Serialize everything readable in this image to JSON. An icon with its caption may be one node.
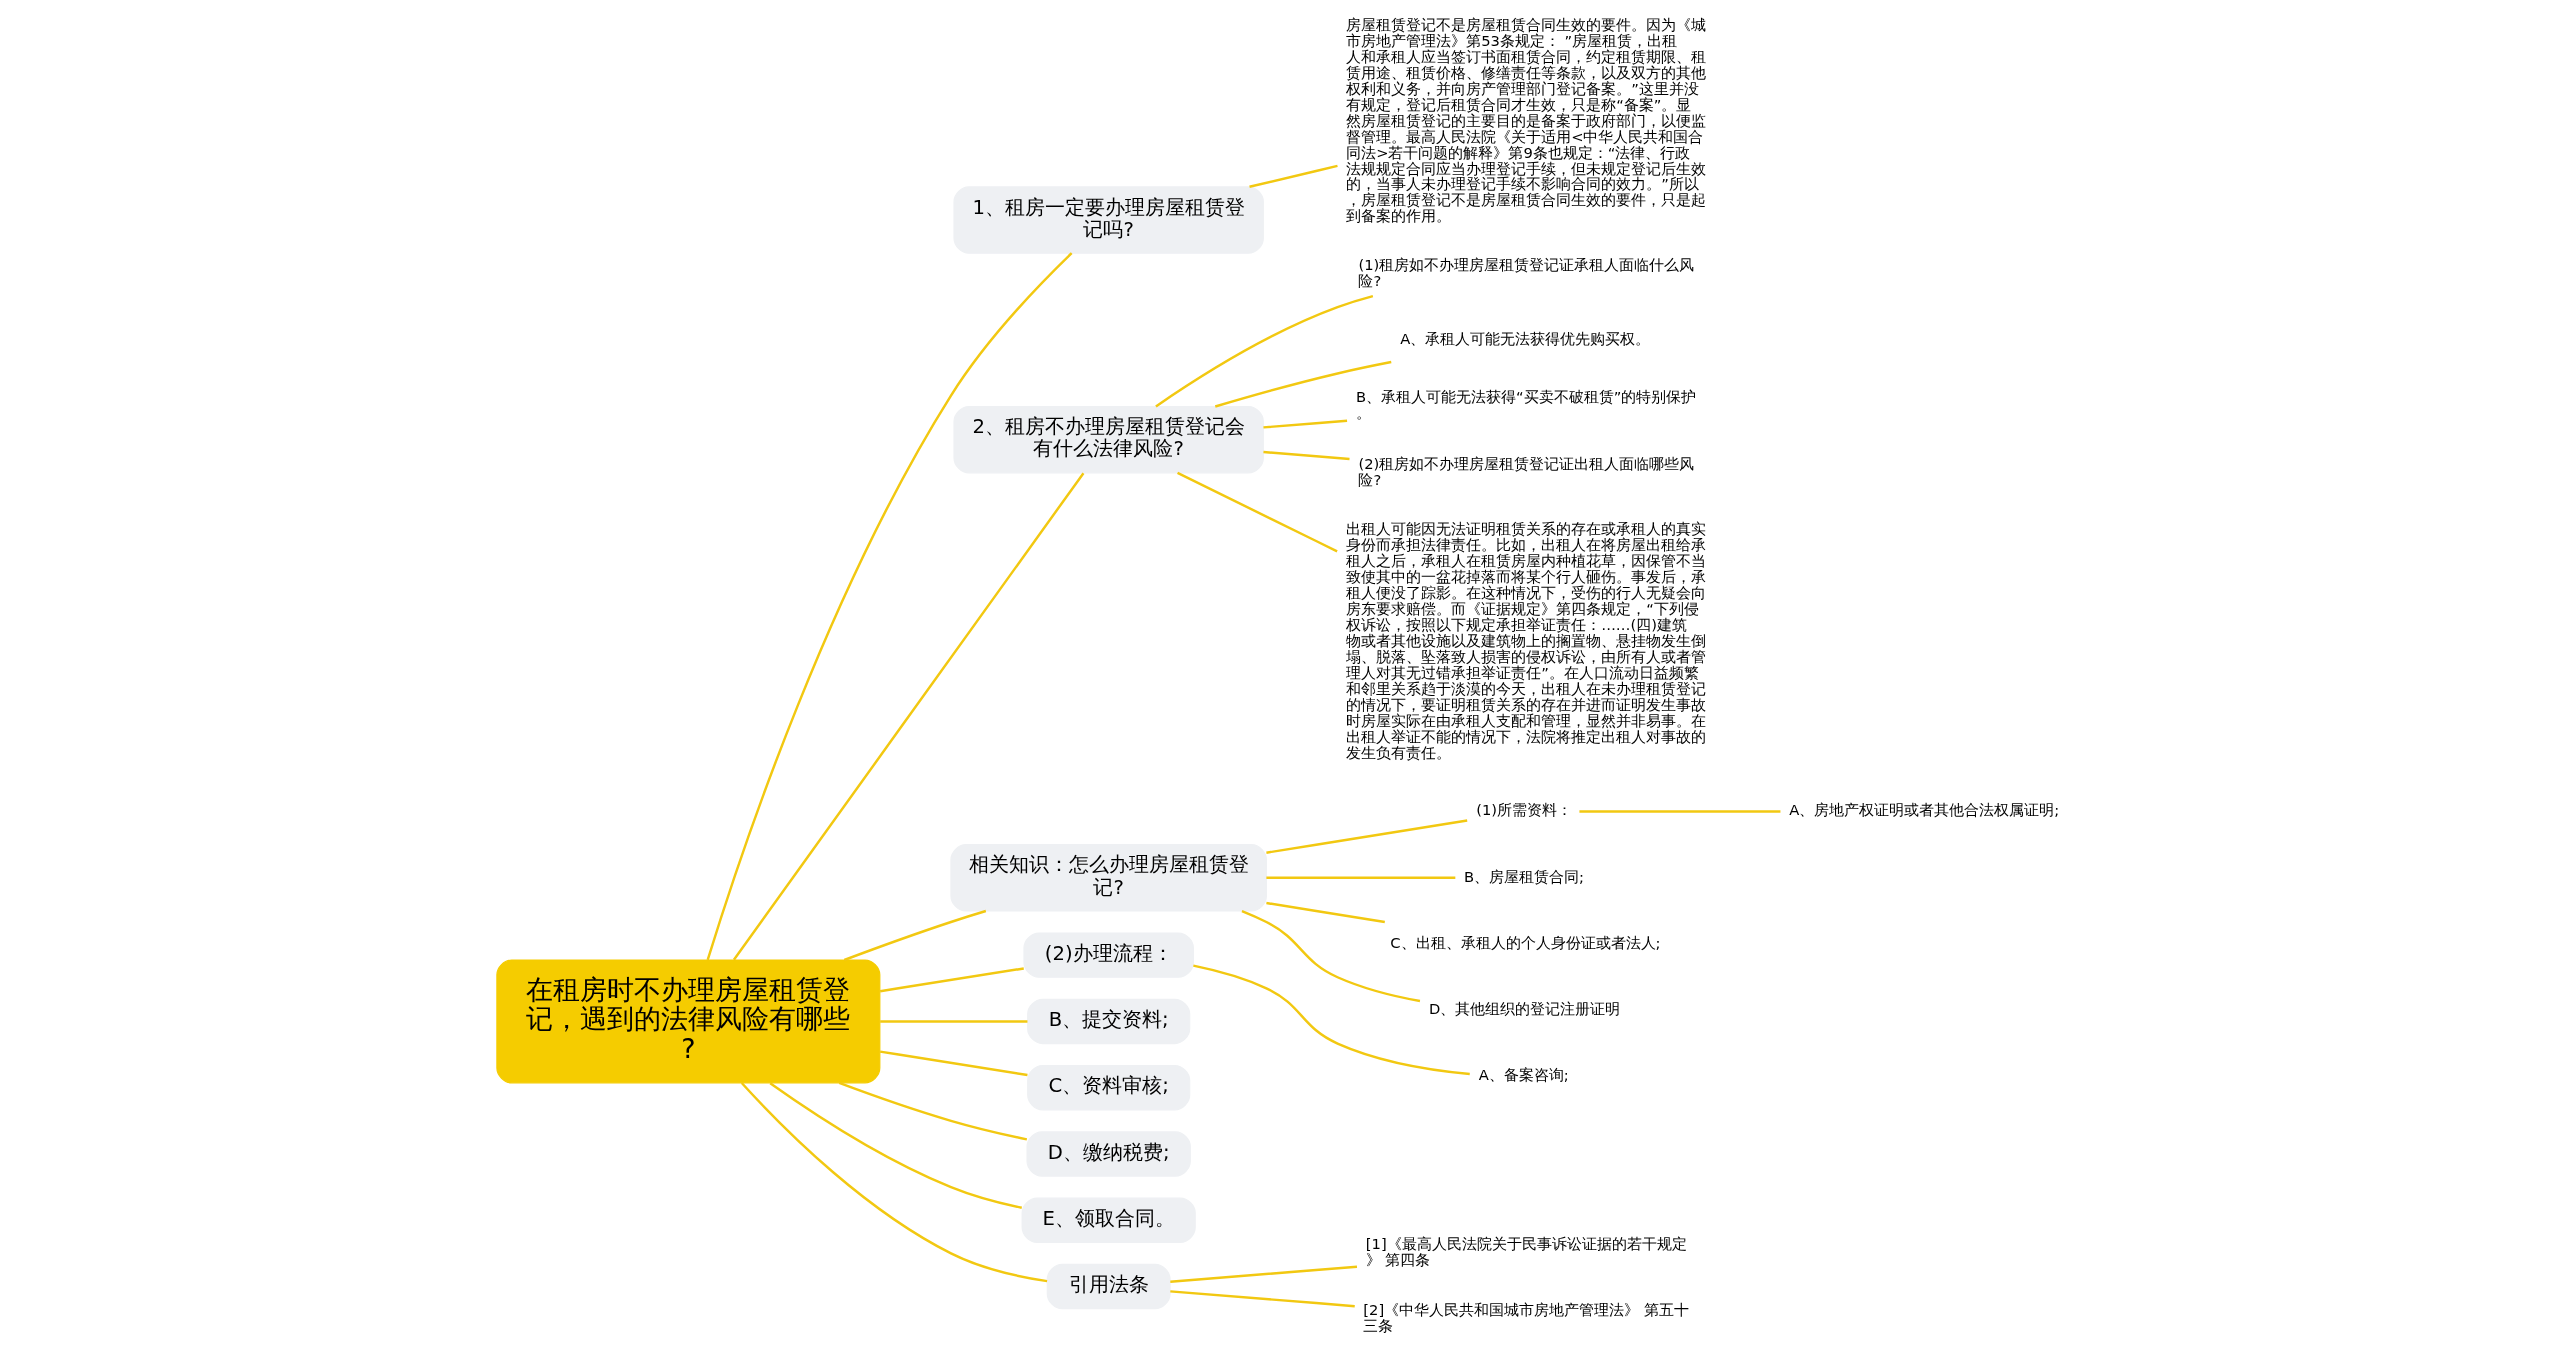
{
  "diagram": {
    "nodes": [
      {
        "text": [
          "在租房时不办理房屋租赁登记，遇到的法律风险有哪些?"
        ]
      },
      {
        "text": [
          "1、租房一定要办理房屋租赁登记吗?"
        ]
      },
      {
        "text": [
          "房屋租赁登记不是房屋租赁合同生效的要件。因为《城市房地产管理法》第53条规定： ”房屋租赁，出租人和承租人应当签订书面租赁合同，约定租赁期限、租赁用途、租赁价格、修缮责任等条款，以及双方的其他权利和义务，并向房产管理部门登记备案。”这里并没有规定，登记后租赁合同才生效，只是称“备案”。显然房屋租赁登记的主要目的是备案于政府部门，以便监督管理。最高人民法院《关于适用<中华人民共和国合同法>若干问题的解释》第9条也规定：“法律、行政法规规定合同应当办理登记手续，但未规定登记后生效的，当事人未办理登记手续不影响合同的效力。”所以，房屋租赁登记不是房屋租赁合同生效的要件，只是起到备案的作用。"
        ]
      },
      {
        "text": [
          "2、租房不办理房屋租赁登记会有什么法律风险?"
        ]
      },
      {
        "text": [
          "(1)租房如不办理房屋租赁登记证承租人面临什么风险?"
        ]
      },
      {
        "text": [
          "A、承租人可能无法获得优先购买权。"
        ]
      },
      {
        "text": [
          "B、承租人可能无法获得“买卖不破租赁”的特别保护。"
        ]
      },
      {
        "text": [
          "(2)租房如不办理房屋租赁登记证出租人面临哪些风险?"
        ]
      },
      {
        "text": [
          "出租人可能因无法证明租赁关系的存在或承租人的真实身份而承担法律责任。比如，出租人在将房屋出租给承租人之后，承租人在租赁房屋内种植花草，因保管不当致使其中的一盆花掉落而将某个行人砸伤。事发后，承租人便没了踪影。在这种情况下，受伤的行人无疑会向房东要求赔偿。而《证据规定》第四条规定，“下列侵权诉讼，按照以下规定承担举证责任：……(四)建筑物或者其他设施以及建筑物上的搁置物、悬挂物发生倒塌、脱落、坠落致人损害的侵权诉讼，由所有人或者管理人对其无过错承担举证责任”。在人口流动日益频繁和邻里关系趋于淡漠的今天，出租人在未办理租赁登记的情况下，要证明租赁关系的存在并进而证明发生事故时房屋实际在由承租人支配和管理，显然并非易事。在出租人举证不能的情况下，法院将推定出租人对事故的发生负有责任。"
        ]
      },
      {
        "text": [
          "相关知识：怎么办理房屋租赁登记?"
        ]
      },
      {
        "text": [
          "(1)所需资料："
        ]
      },
      {
        "text": [
          "A、房地产权证明或者其他合法权属证明;"
        ]
      },
      {
        "text": [
          "B、房屋租赁合同;"
        ]
      },
      {
        "text": [
          "C、出租、承租人的个人身份证或者法人;"
        ]
      },
      {
        "text": [
          "D、其他组织的登记注册证明"
        ]
      },
      {
        "text": [
          "(2)办理流程："
        ]
      },
      {
        "text": [
          "A、备案咨询;"
        ]
      },
      {
        "text": [
          "B、提交资料;"
        ]
      },
      {
        "text": [
          "C、资料审核;"
        ]
      },
      {
        "text": [
          "D、缴纳税费;"
        ]
      },
      {
        "text": [
          "E、领取合同。"
        ]
      },
      {
        "text": [
          "引用法条"
        ]
      },
      {
        "text": [
          "[1]《最高人民法院关于民事诉讼证据的若干规定》 第四条"
        ]
      },
      {
        "text": [
          "[2]《中华人民共和国城市房地产管理法》 第五十三条"
        ]
      }
    ],
    "edges": [
      {
        "from": 0,
        "to": 1,
        "arrow": "none"
      },
      {
        "from": 1,
        "to": 2,
        "arrow": "none"
      },
      {
        "from": 0,
        "to": 3,
        "arrow": "none"
      },
      {
        "from": 3,
        "to": 4,
        "arrow": "none"
      },
      {
        "from": 3,
        "to": 5,
        "arrow": "none"
      },
      {
        "from": 3,
        "to": 6,
        "arrow": "none"
      },
      {
        "from": 3,
        "to": 7,
        "arrow": "none"
      },
      {
        "from": 3,
        "to": 8,
        "arrow": "none"
      },
      {
        "from": 0,
        "to": 9,
        "arrow": "none"
      },
      {
        "from": 9,
        "to": 10,
        "arrow": "none"
      },
      {
        "from": 10,
        "to": 11,
        "arrow": "none"
      },
      {
        "from": 9,
        "to": 12,
        "arrow": "none"
      },
      {
        "from": 9,
        "to": 13,
        "arrow": "none"
      },
      {
        "from": 9,
        "to": 14,
        "arrow": "none"
      },
      {
        "from": 0,
        "to": 15,
        "arrow": "none"
      },
      {
        "from": 15,
        "to": 16,
        "arrow": "none"
      },
      {
        "from": 0,
        "to": 17,
        "arrow": "none"
      },
      {
        "from": 0,
        "to": 18,
        "arrow": "none"
      },
      {
        "from": 0,
        "to": 19,
        "arrow": "none"
      },
      {
        "from": 0,
        "to": 20,
        "arrow": "none"
      },
      {
        "from": 0,
        "to": 21,
        "arrow": "none"
      },
      {
        "from": 21,
        "to": 22,
        "arrow": "none"
      },
      {
        "from": 21,
        "to": 23,
        "arrow": "none"
      }
    ]
  }
}
